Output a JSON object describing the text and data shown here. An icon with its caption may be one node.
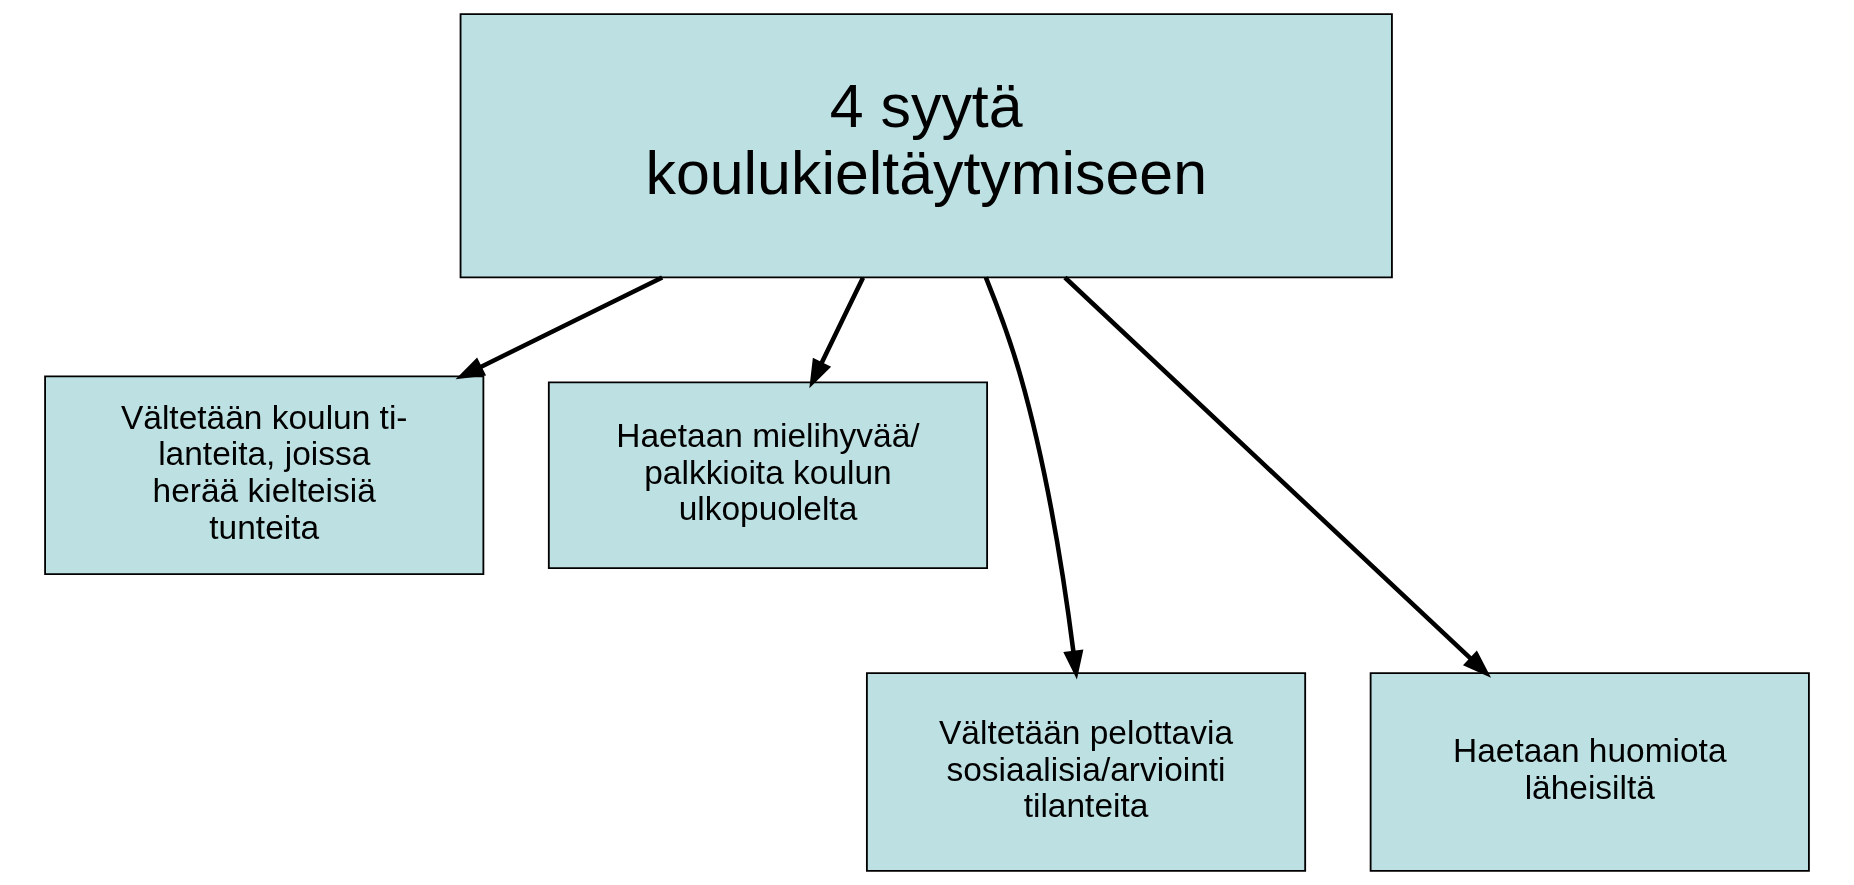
{
  "diagram": {
    "nodes": [
      {
        "text": [
          "4 syytä koulukieltäytymiseen"
        ]
      },
      {
        "text": [
          "Vältetään koulun ti- lanteita, joissa herää kielteisiä tunteita"
        ]
      },
      {
        "text": [
          "Haetaan mielihyvää/ palkkioita koulun ulkopuolelta"
        ]
      },
      {
        "text": [
          "Vältetään pelottavia sosiaalisia/arviointi tilanteita"
        ]
      },
      {
        "text": [
          "Haetaan huomiota läheisiltä"
        ]
      }
    ],
    "edges": [
      {
        "from": 0,
        "to": 1,
        "arrow": "to"
      },
      {
        "from": 0,
        "to": 3,
        "arrow": "to"
      },
      {
        "from": 0,
        "to": 4,
        "arrow": "to"
      },
      {
        "from": 0,
        "to": 2,
        "arrow": "to"
      }
    ]
  }
}
